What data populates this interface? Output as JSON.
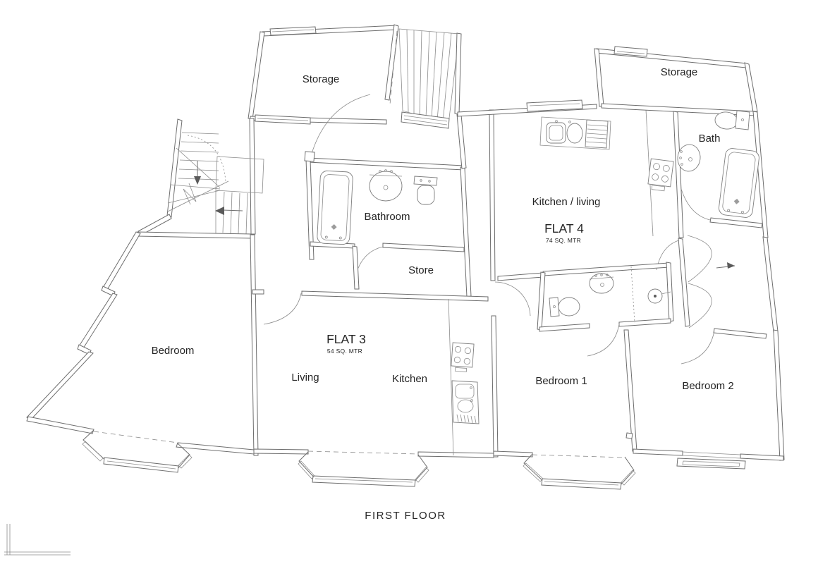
{
  "plan": {
    "title": "FIRST FLOOR",
    "labels": {
      "storage_left": "Storage",
      "storage_right": "Storage",
      "bath": "Bath",
      "bathroom": "Bathroom",
      "store": "Store",
      "kitchen_living": "Kitchen / living",
      "living": "Living",
      "kitchen": "Kitchen",
      "bedroom": "Bedroom",
      "bedroom1": "Bedroom 1",
      "bedroom2": "Bedroom 2"
    },
    "flats": [
      {
        "name": "FLAT 3",
        "area": "54 SQ. MTR"
      },
      {
        "name": "FLAT 4",
        "area": "74 SQ. MTR"
      }
    ],
    "colors": {
      "background": "#ffffff",
      "wall_line": "#6e6e6e",
      "fixture_line": "#7e7e7e",
      "text": "#242424"
    }
  }
}
